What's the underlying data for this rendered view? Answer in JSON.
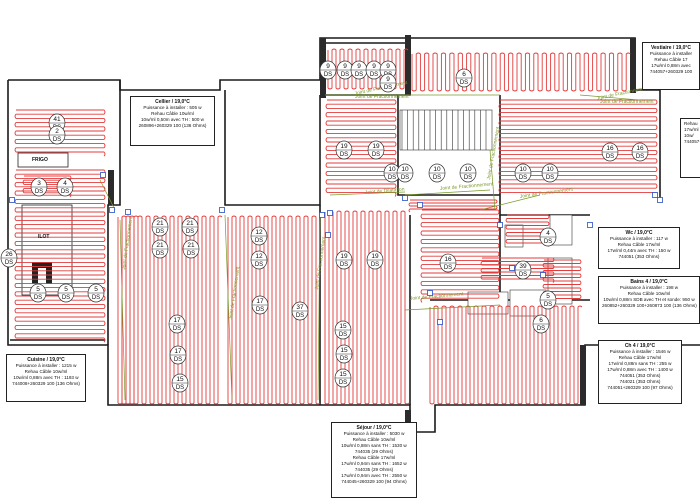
{
  "rooms": {
    "cellier": {
      "title": "Cellier / 19,0°C",
      "lines": [
        "Puissance à installer : 505 w",
        "",
        "Rehau Câble 10w/ml",
        "10w/ml 0,50m avec TH : 500 w",
        "260896+260329 100 (136 Ohms)"
      ]
    },
    "vestiaire": {
      "title": "Vestiaire / 19,0°C",
      "lines": [
        "Puissance à installer",
        "",
        "Rehau Câble 17",
        "17w/ml 0,88m avec",
        "744057+260329 100"
      ]
    },
    "cuisine": {
      "title": "Cuisine / 19,0°C",
      "lines": [
        "Puissance à installer : 1215 w",
        "",
        "Rehau Câble 10w/ml",
        "10w/ml 0,88m avec TH : 1193 w",
        "744008+260329 100 (136 Ohms)"
      ]
    },
    "wc": {
      "title": "Wc / 19,0°C",
      "lines": [
        "Puissance à installer : 117 w",
        "",
        "Rehau Câble 17w/ml",
        "17w/ml 0,44m avec TH : 150 w",
        "744051 (353 Ohms)"
      ]
    },
    "bains": {
      "title": "Bains 4 / 19,0°C",
      "lines": [
        "Puissance à installer : 198 w",
        "",
        "Rehau Câble 10w/ml",
        "10w/ml 0,88m SDB avec TH et sonde: 950 w",
        "260852+260329 100+260873 100 (136 Ohms)"
      ]
    },
    "ch4": {
      "title": "Ch 4 / 19,0°C",
      "lines": [
        "Puissance à installer : 1546 w",
        "",
        "Rehau Câble 17w/ml",
        "17w/ml 0,88m sans TH : 255 w",
        "17w/ml 0,88m avec TH : 1400 w",
        "744051 (353 Ohms)",
        "744021 (353 Ohms)",
        "744051+260329 100 (97 Ohms)"
      ]
    },
    "sejour": {
      "title": "Séjour / 19,0°C",
      "lines": [
        "Puissance à installer : 5030 w",
        "",
        "Rehau Câble 10w/ml",
        "10w/ml 0,88m sans TH : 1530 w",
        "744035 (29 Ohms)",
        "Rehau Câble 17w/ml",
        "17w/ml 0,94m sans TH : 1652 w",
        "744035 (29 Ohms)",
        "17w/ml 0,94m avec TH : 2550 w",
        "744045+260329 100 (94 Ohms)"
      ]
    },
    "right_top": {
      "title": "",
      "lines": [
        "Rehau",
        "17w/ml",
        "10w/",
        "744057+2"
      ]
    }
  },
  "room_tags": {
    "frigo": "FRIGO",
    "ilot": "ILOT"
  },
  "joint_labels": [
    "Joint de Fractionnement",
    "Joint de Fractionnement",
    "Joint de Fractionnement",
    "Joint de Fractionnement",
    "Joint de Dilatation",
    "Joint de Fractionnement",
    "Joint de Fractionnement",
    "Joint de Fractionnement",
    "Joint de Fractionnement",
    "Joint de Fractionnement",
    "Joint de Fractionnement",
    "Joint de Fractionnement"
  ],
  "circuits": [
    {
      "n": "41",
      "c": "DS"
    },
    {
      "n": "2",
      "c": "DS"
    },
    {
      "n": "3",
      "c": "DS"
    },
    {
      "n": "4",
      "c": "DS"
    },
    {
      "n": "26",
      "c": "DS"
    },
    {
      "n": "5",
      "c": "DS"
    },
    {
      "n": "5",
      "c": "DS"
    },
    {
      "n": "5",
      "c": "DS"
    },
    {
      "n": "21",
      "c": "DS"
    },
    {
      "n": "21",
      "c": "DS"
    },
    {
      "n": "21",
      "c": "DS"
    },
    {
      "n": "21",
      "c": "DS"
    },
    {
      "n": "12",
      "c": "DS"
    },
    {
      "n": "12",
      "c": "DS"
    },
    {
      "n": "17",
      "c": "DS"
    },
    {
      "n": "17",
      "c": "DS"
    },
    {
      "n": "17",
      "c": "DS"
    },
    {
      "n": "15",
      "c": "DS"
    },
    {
      "n": "37",
      "c": "DS"
    },
    {
      "n": "9",
      "c": "DS"
    },
    {
      "n": "9",
      "c": "DS"
    },
    {
      "n": "9",
      "c": "DS"
    },
    {
      "n": "9",
      "c": "DS"
    },
    {
      "n": "9",
      "c": "DS"
    },
    {
      "n": "9",
      "c": "DS"
    },
    {
      "n": "6",
      "c": "DS"
    },
    {
      "n": "19",
      "c": "DS"
    },
    {
      "n": "19",
      "c": "DS"
    },
    {
      "n": "19",
      "c": "DS"
    },
    {
      "n": "19",
      "c": "DS"
    },
    {
      "n": "15",
      "c": "DS"
    },
    {
      "n": "15",
      "c": "DS"
    },
    {
      "n": "15",
      "c": "DS"
    },
    {
      "n": "10",
      "c": "DS"
    },
    {
      "n": "10",
      "c": "DS"
    },
    {
      "n": "10",
      "c": "DS"
    },
    {
      "n": "10",
      "c": "DS"
    },
    {
      "n": "10",
      "c": "DS"
    },
    {
      "n": "10",
      "c": "DS"
    },
    {
      "n": "16",
      "c": "DS"
    },
    {
      "n": "16",
      "c": "DS"
    },
    {
      "n": "4",
      "c": "DS"
    },
    {
      "n": "16",
      "c": "DS"
    },
    {
      "n": "39",
      "c": "DS"
    },
    {
      "n": "5",
      "c": "DS"
    },
    {
      "n": "6",
      "c": "DS"
    }
  ],
  "colors": {
    "cable": "#e43b3b",
    "wall": "#1a1a1a",
    "joint": "#7a9a2a",
    "marker": "#2550c8"
  }
}
